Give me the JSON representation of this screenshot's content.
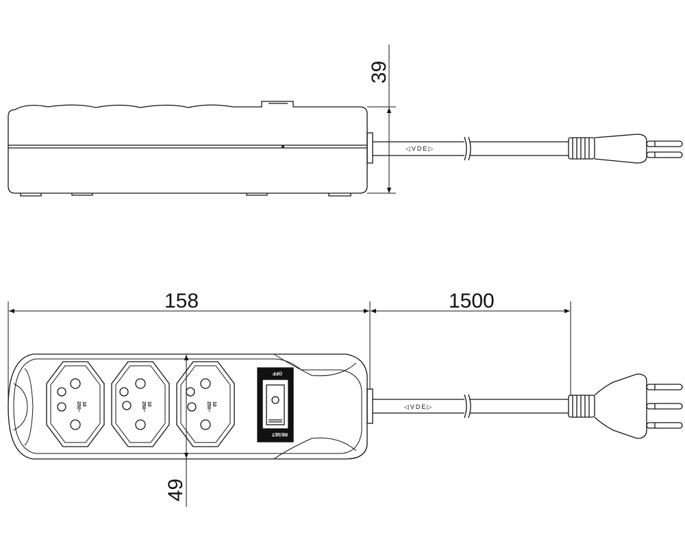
{
  "dimensions": {
    "height": "39",
    "length": "158",
    "cable_length": "1500",
    "width": "49"
  },
  "cable": {
    "marking": "◁VDE▷"
  },
  "switch": {
    "top_label": "OFF",
    "bottom_label": "RESET"
  },
  "socket": {
    "rating_current": "10",
    "rating_voltage": "250~"
  },
  "icons": [
    "earth-symbol-icon",
    "plug-icon"
  ]
}
